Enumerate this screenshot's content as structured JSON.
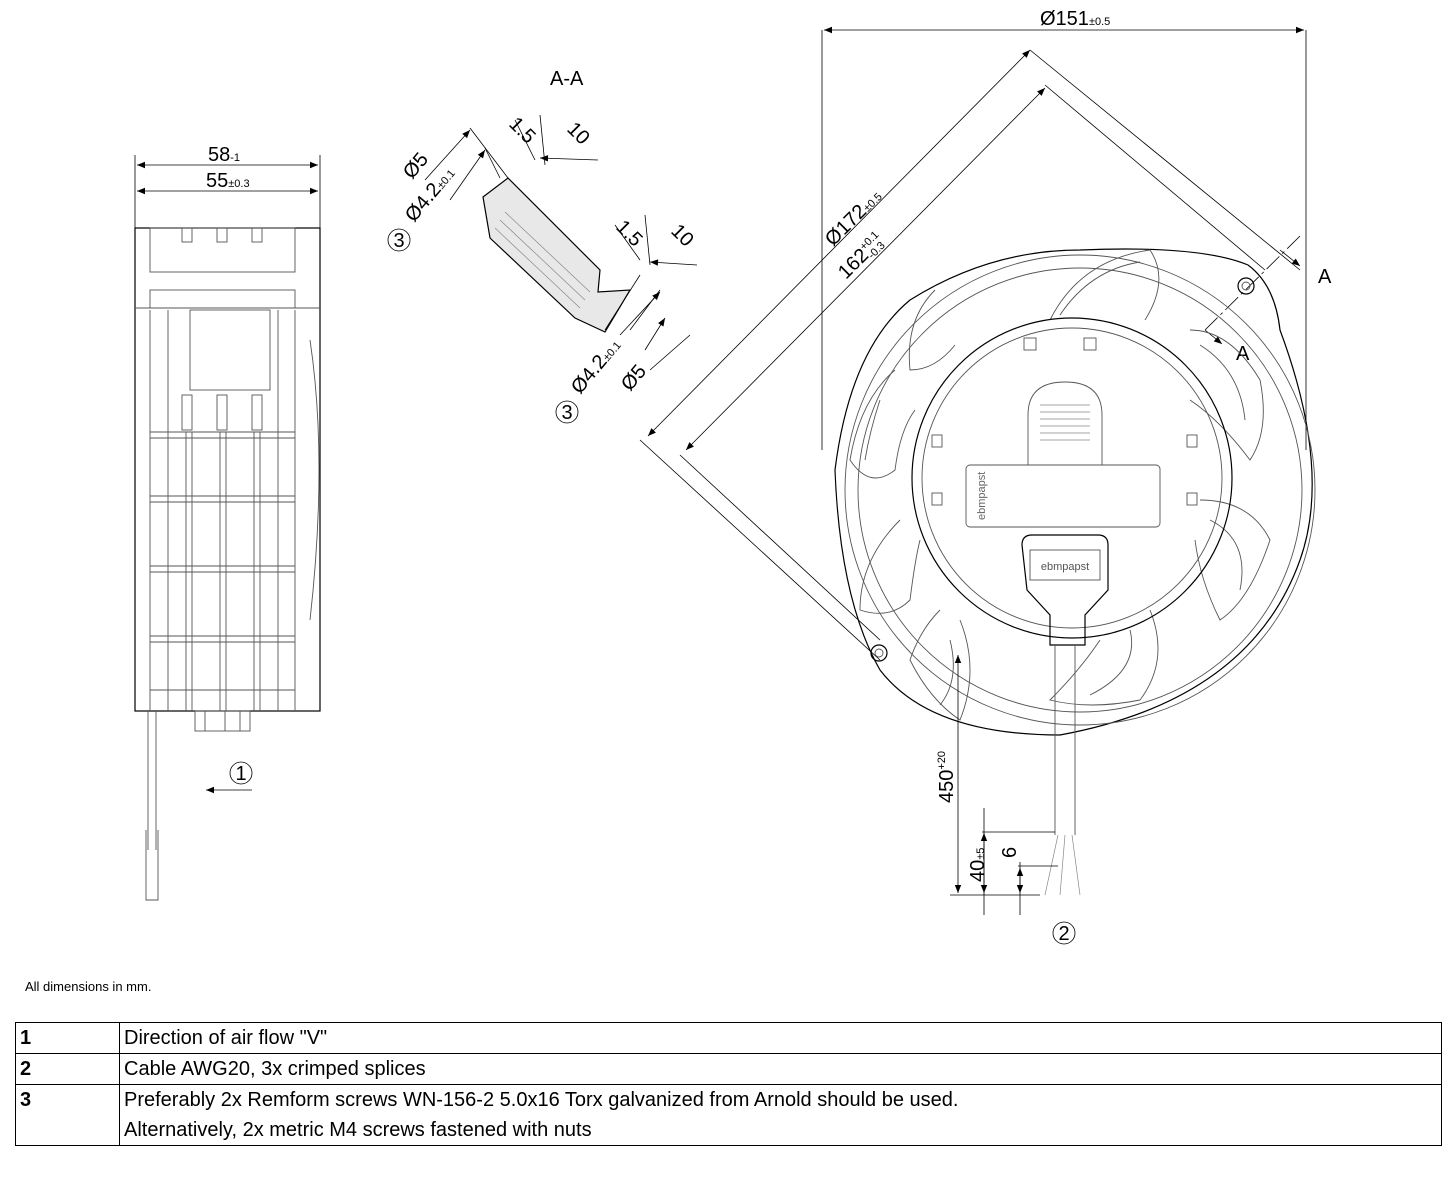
{
  "side_view": {
    "dim_top": "58",
    "dim_top_tol": "-1",
    "dim_inner": "55",
    "dim_inner_tol": "±0.3",
    "callout": "1"
  },
  "section": {
    "title": "A-A",
    "top": {
      "d1": "Ø5",
      "d2": "Ø4.2",
      "d2_tol": "±0.1",
      "w1": "1.5",
      "w2": "10",
      "callout": "3"
    },
    "bottom": {
      "w1": "1.5",
      "w2": "10",
      "d2": "Ø4.2",
      "d2_tol": "±0.1",
      "d1": "Ø5",
      "callout": "3"
    }
  },
  "front_view": {
    "dia_151": "Ø151",
    "dia_151_tol": "±0.5",
    "dia_172": "Ø172",
    "dia_172_tol": "±0.5",
    "dim_162": "162",
    "dim_162_tol_up": "+0.1",
    "dim_162_tol_dn": "-0.3",
    "section_mark_1": "A",
    "section_mark_2": "A",
    "brand_label_1": "ebmpapst",
    "brand_label_2": "ebmpapst",
    "cable_len": "450",
    "cable_len_tol": "+20",
    "strip_len": "40",
    "strip_len_tol": "±5",
    "splice_len": "6",
    "callout": "2"
  },
  "note": "All dimensions in mm.",
  "legend": [
    {
      "num": "1",
      "lines": [
        "Direction of air flow \"V\""
      ]
    },
    {
      "num": "2",
      "lines": [
        "Cable AWG20, 3x crimped splices"
      ]
    },
    {
      "num": "3",
      "lines": [
        "Preferably 2x Remform screws WN-156-2 5.0x16 Torx galvanized from Arnold should be used.",
        "Alternatively, 2x metric M4 screws fastened with nuts"
      ]
    }
  ]
}
